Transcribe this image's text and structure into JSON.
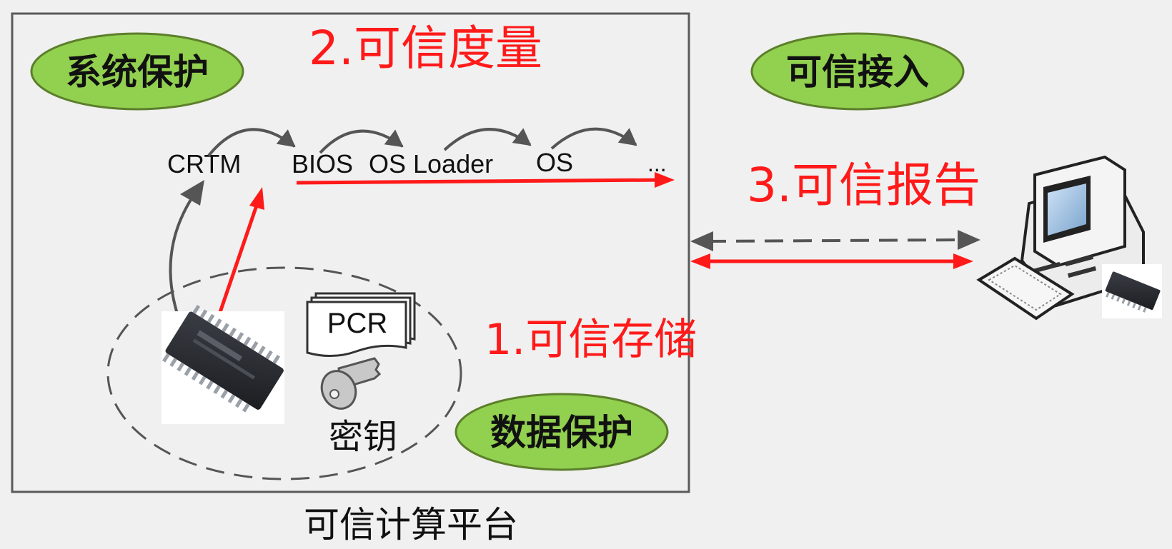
{
  "platform_label": "可信计算平台",
  "labels": {
    "system_protection": "系统保护",
    "trusted_access": "可信接入",
    "data_protection": "数据保护",
    "trusted_measurement": "2.可信度量",
    "trusted_report": "3.可信报告",
    "trusted_storage": "1.可信存储",
    "pcr": "PCR",
    "key": "密钥"
  },
  "boot_chain": [
    "CRTM",
    "BIOS",
    "OS Loader",
    "OS",
    "..."
  ],
  "colors": {
    "background": "#f0f0f0",
    "oval_fill": "#92d050",
    "accent_red": "#ff1a1a",
    "arrow_gray": "#555555"
  },
  "icons": [
    "tpm-chip-icon",
    "pcr-document-icon",
    "key-icon",
    "computer-icon",
    "keyboard-icon"
  ]
}
